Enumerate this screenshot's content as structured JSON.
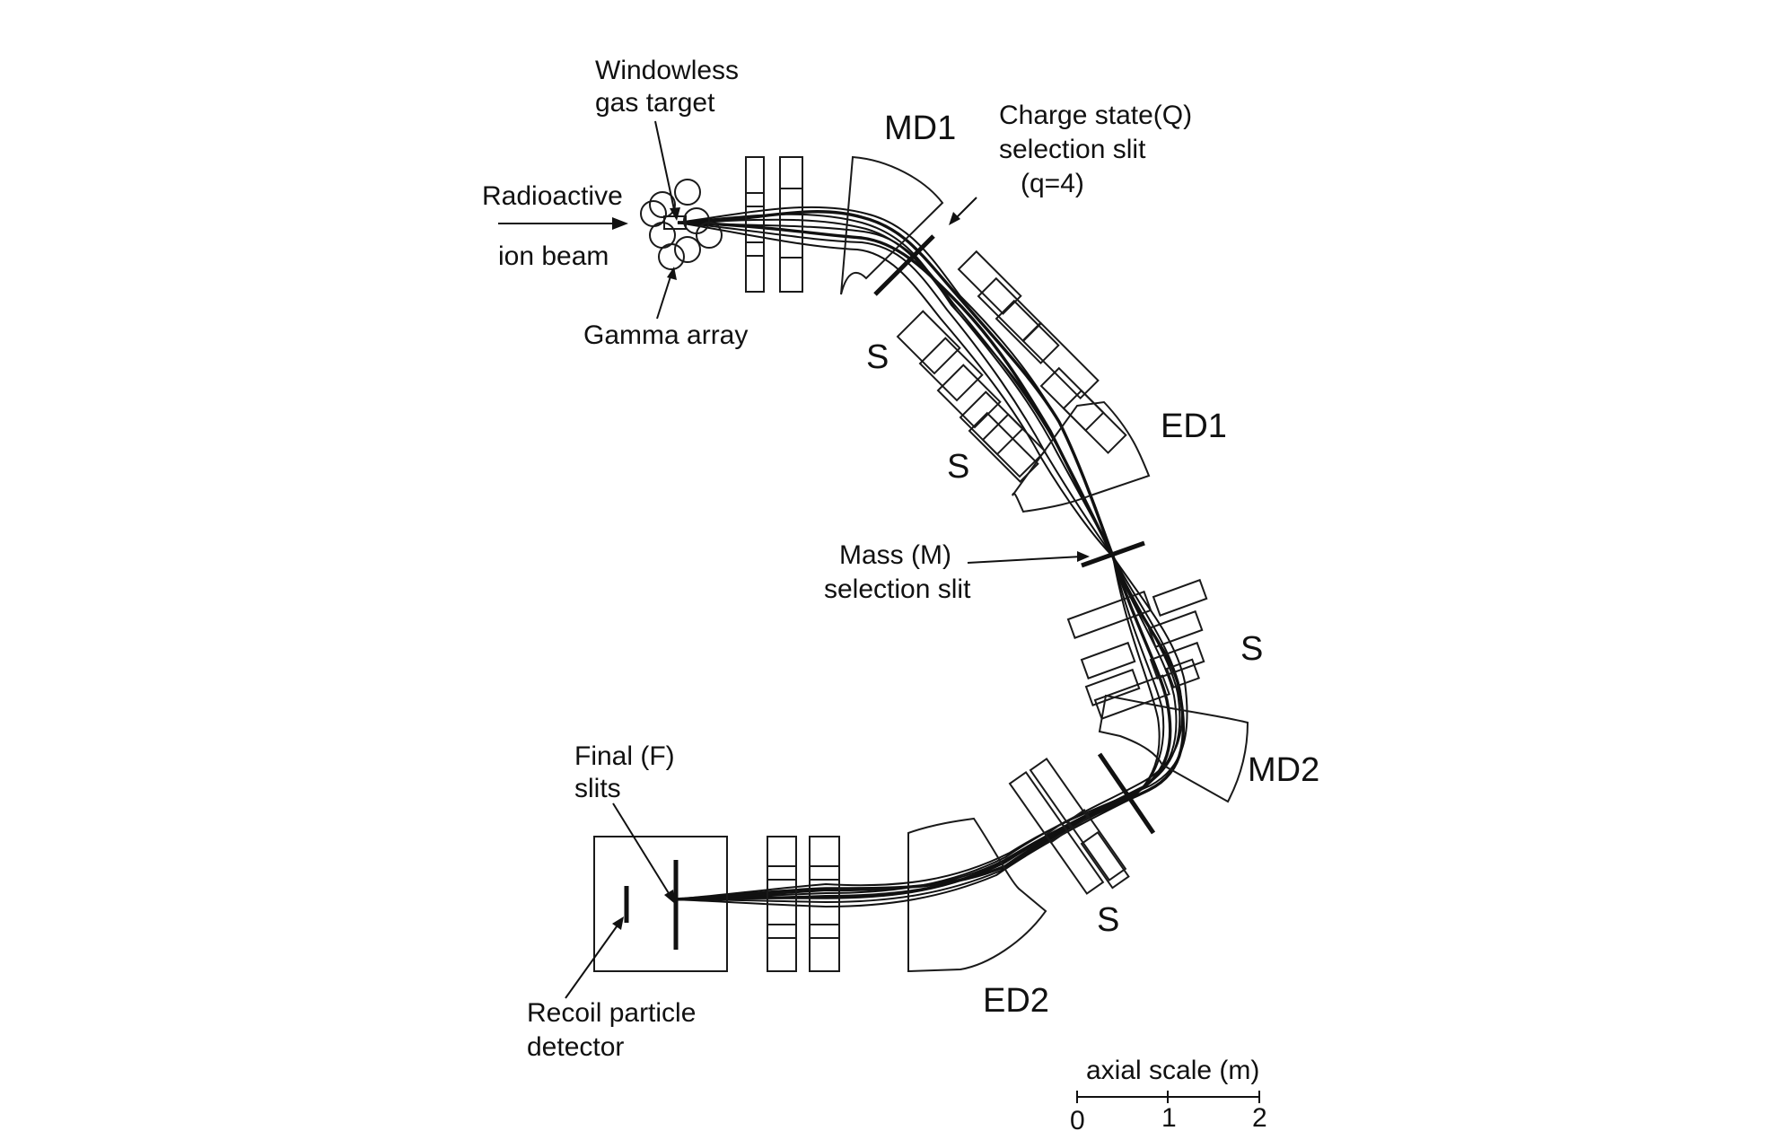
{
  "labels": {
    "windowless_line1": "Windowless",
    "windowless_line2": "gas target",
    "radioactive": "Radioactive",
    "ion_beam": "ion beam",
    "gamma_array": "Gamma array",
    "md1": "MD1",
    "charge_line1": "Charge state(Q)",
    "charge_line2": "selection slit",
    "charge_line3": "(q=4)",
    "ed1": "ED1",
    "mass_line1": "Mass (M)",
    "mass_line2": "selection slit",
    "md2": "MD2",
    "ed2": "ED2",
    "final_line1": "Final (F)",
    "final_line2": "slits",
    "recoil_line1": "Recoil particle",
    "recoil_line2": "detector",
    "sextupole": "S"
  },
  "scale_bar": {
    "title": "axial scale (m)",
    "ticks": [
      "0",
      "1",
      "2"
    ]
  }
}
